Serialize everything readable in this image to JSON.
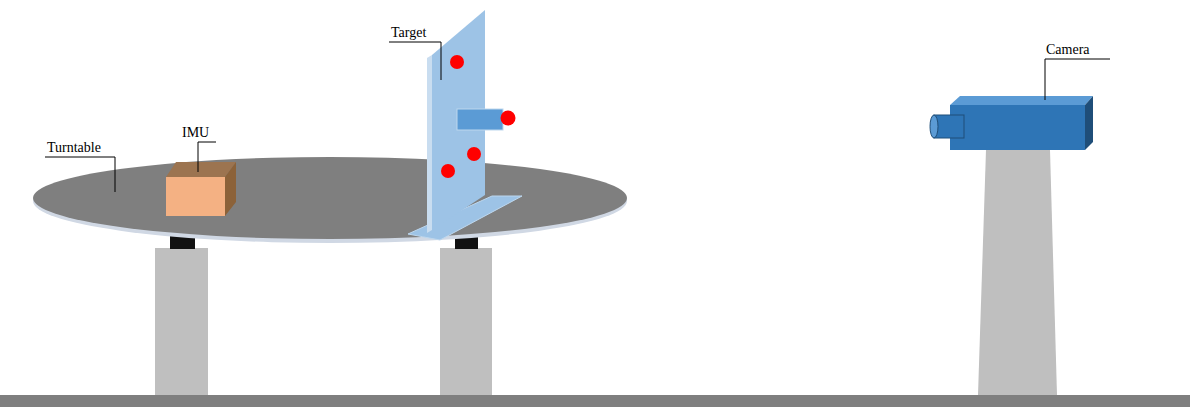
{
  "diagram": {
    "labels": [
      "Target",
      "Camera",
      "IMU",
      "Turntable"
    ]
  }
}
